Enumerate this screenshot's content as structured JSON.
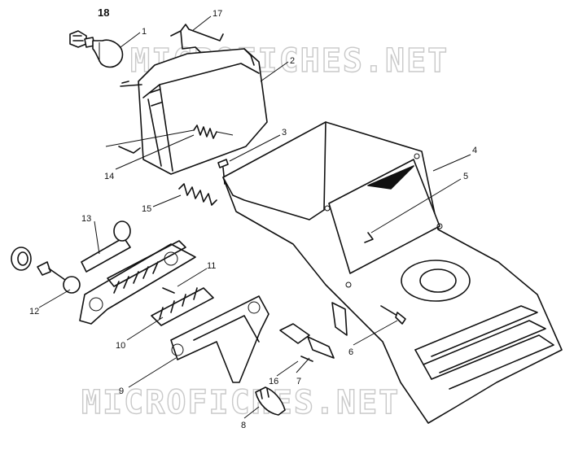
{
  "watermark": {
    "top": "MICROFICHES.NET",
    "bottom": "MICROFICHES.NET"
  },
  "callouts": [
    {
      "id": "c1",
      "text": "1"
    },
    {
      "id": "c2",
      "text": "2"
    },
    {
      "id": "c3",
      "text": "3"
    },
    {
      "id": "c4",
      "text": "4"
    },
    {
      "id": "c5",
      "text": "5"
    },
    {
      "id": "c6",
      "text": "6"
    },
    {
      "id": "c7",
      "text": "7"
    },
    {
      "id": "c8",
      "text": "8"
    },
    {
      "id": "c9",
      "text": "9"
    },
    {
      "id": "c10",
      "text": "10"
    },
    {
      "id": "c11",
      "text": "11"
    },
    {
      "id": "c12",
      "text": "12"
    },
    {
      "id": "c13",
      "text": "13"
    },
    {
      "id": "c14",
      "text": "14"
    },
    {
      "id": "c15",
      "text": "15"
    },
    {
      "id": "c16",
      "text": "16"
    },
    {
      "id": "c17",
      "text": "17"
    },
    {
      "id": "c18",
      "text": "18"
    }
  ]
}
